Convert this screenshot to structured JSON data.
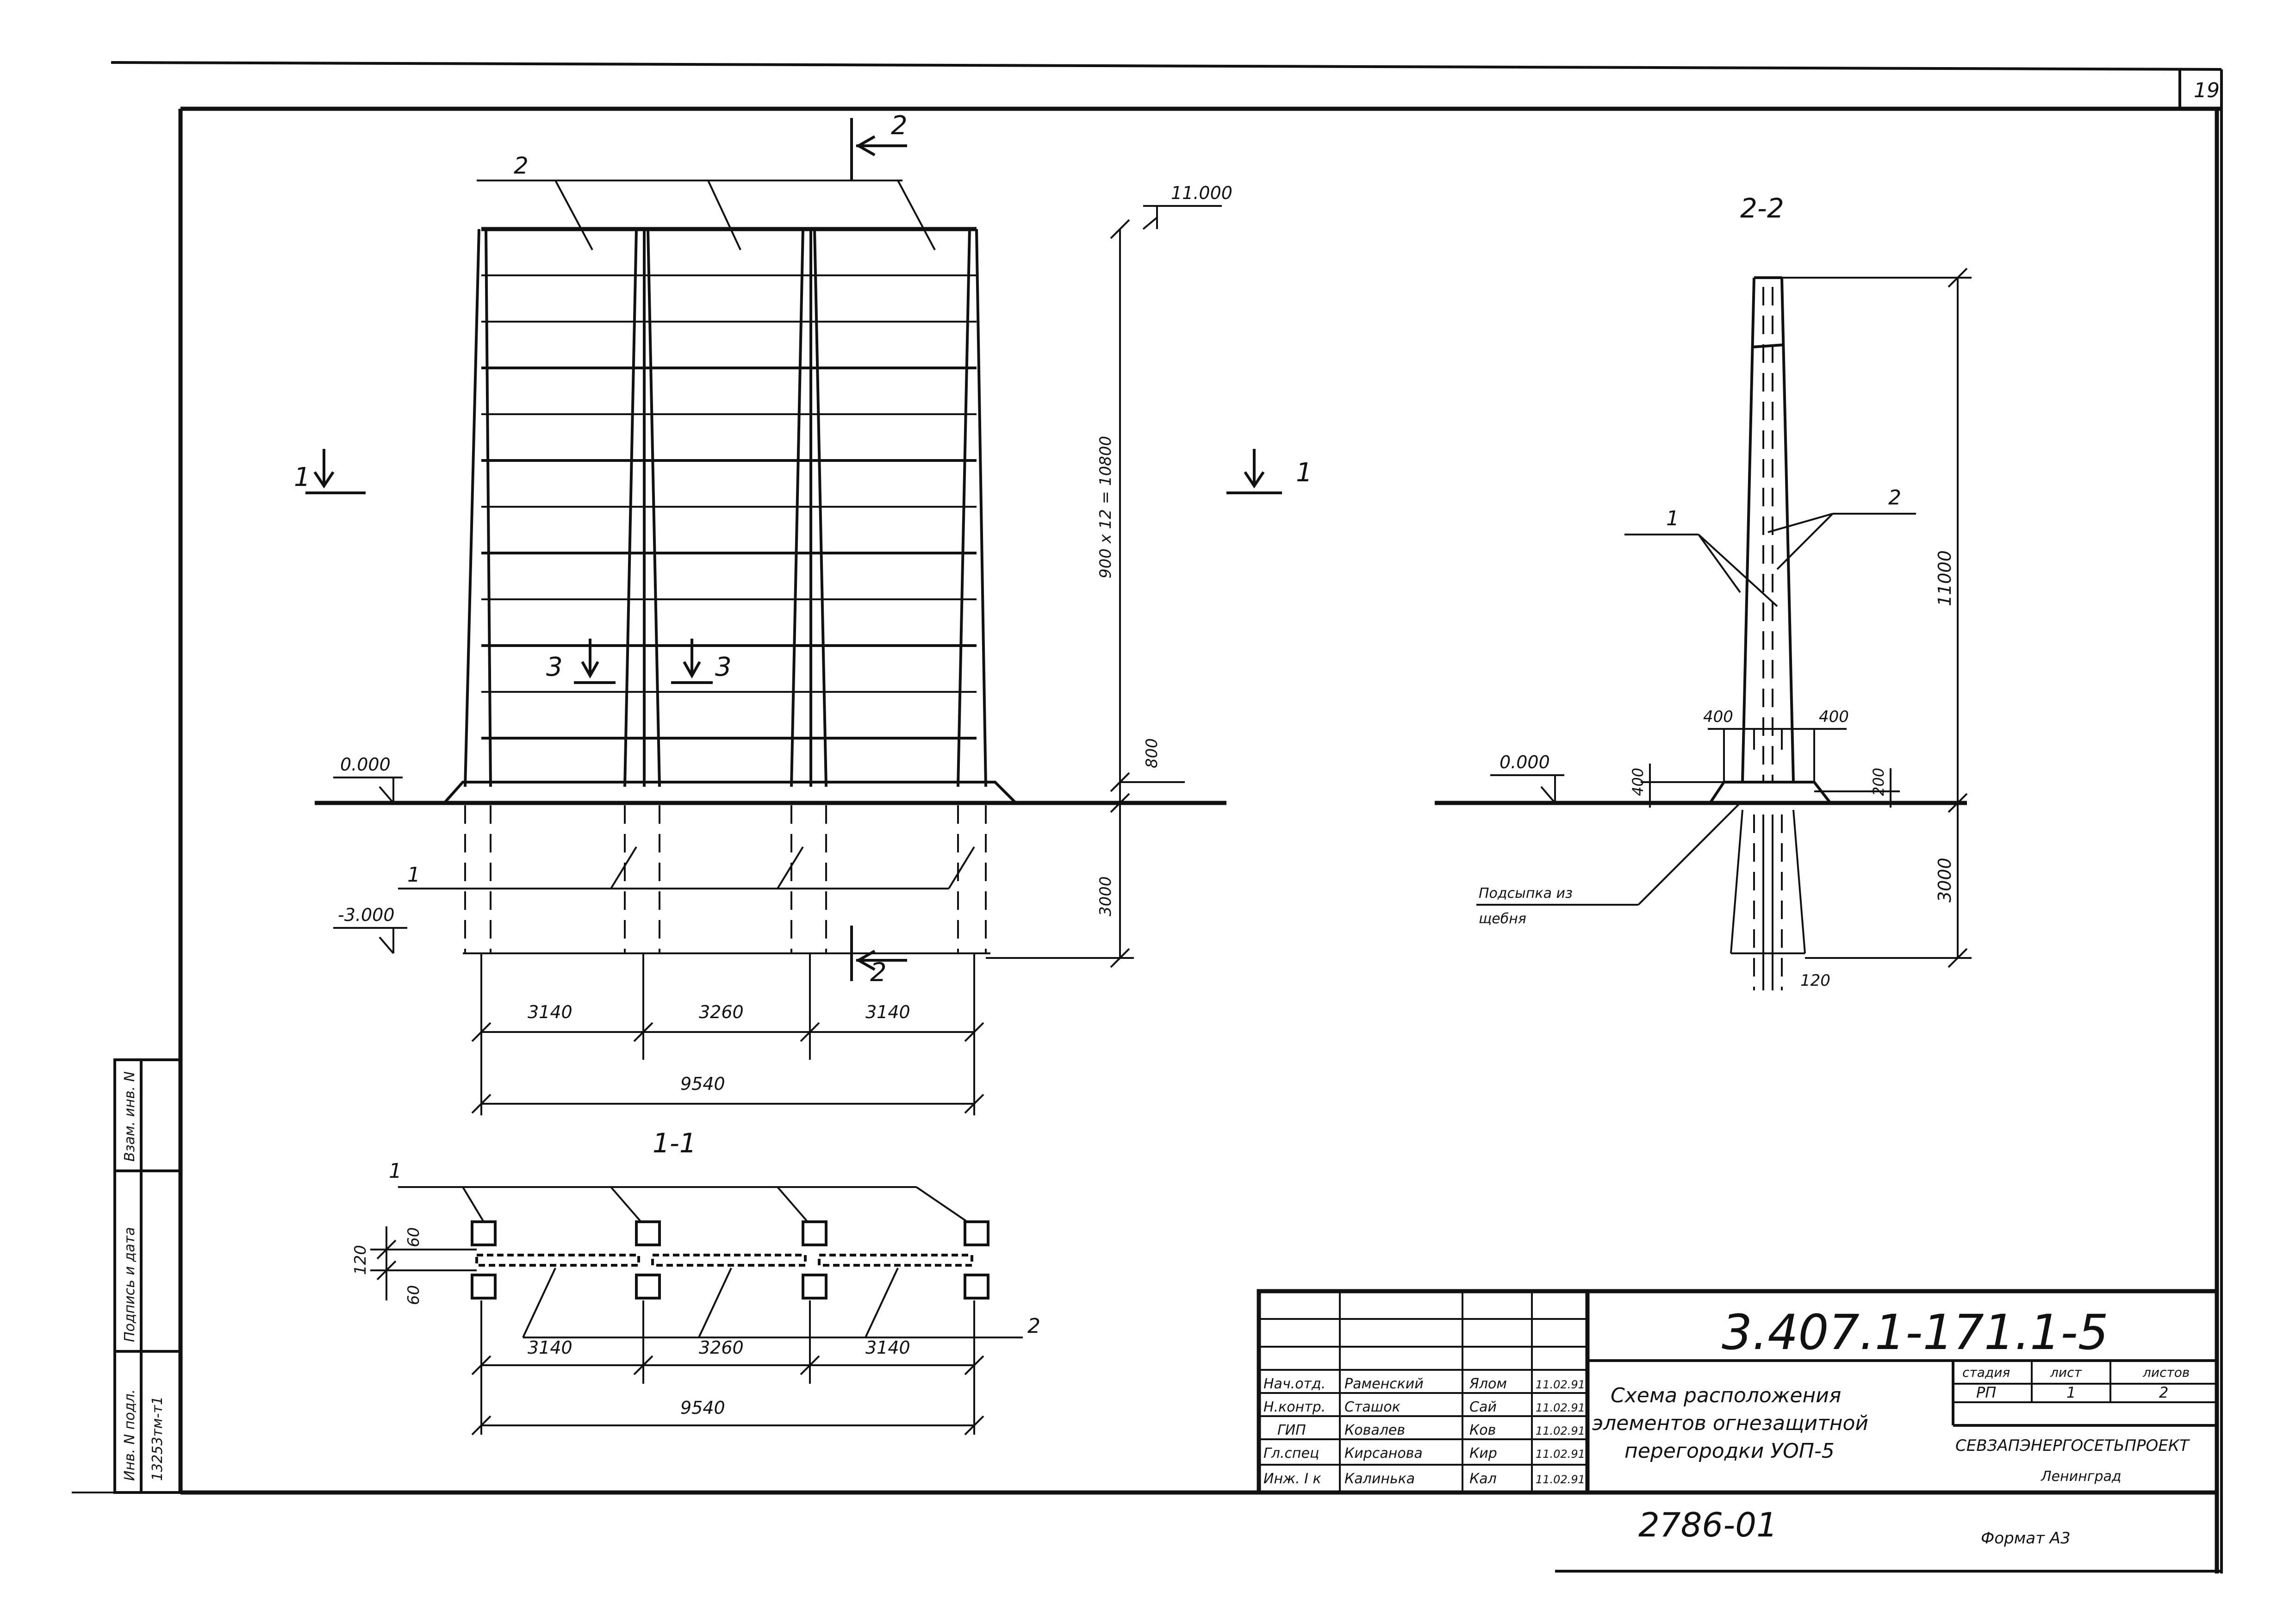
{
  "sheet_number": "19",
  "sheet_format": "Формат А3",
  "archive_number": "2786-01",
  "section_markers": {
    "s1": "1",
    "s2": "2",
    "s3": "3"
  },
  "section_titles": {
    "section_1_1": "1-1",
    "section_2_2": "2-2"
  },
  "position_marks": {
    "p1": "1",
    "p2": "2"
  },
  "elevation": {
    "top_level": "11.000",
    "ground_level": "0.000",
    "bottom_level": "-3.000",
    "height_dim": "900 x 12 = 10800",
    "base_dim": "800",
    "underground_dim": "3000",
    "spans": [
      "3140",
      "3260",
      "3140"
    ],
    "total_span": "9540"
  },
  "section_2_2": {
    "ground_level": "0.000",
    "height_dim": "11000",
    "underground_dim": "3000",
    "left_offset": "400",
    "right_offset": "400",
    "pad_height_left": "400",
    "pad_height_right": "200",
    "thickness": "120",
    "gravel_label_line1": "Подсыпка из",
    "gravel_label_line2": "щебня"
  },
  "section_1_1": {
    "dim_60_top": "60",
    "dim_120": "120",
    "dim_60_bottom": "60",
    "spans": [
      "3140",
      "3260",
      "3140"
    ],
    "total_span": "9540"
  },
  "left_stamp": {
    "col1": "Взам. инв. N",
    "col2": "Подпись и дата",
    "col3": "Инв. N подл.",
    "inventory_value": "13253тм-т1"
  },
  "title_block": {
    "code": "3.407.1-171.1-5",
    "rows": [
      {
        "role": "Нач.отд.",
        "name": "Раменский",
        "sig": "Ялом",
        "date": "11.02.91"
      },
      {
        "role": "Н.контр.",
        "name": "Сташок",
        "sig": "Сай",
        "date": "11.02.91"
      },
      {
        "role": "ГИП",
        "name": "Ковалев",
        "sig": "Ков",
        "date": "11.02.91"
      },
      {
        "role": "Гл.спец",
        "name": "Кирсанова",
        "sig": "Кир",
        "date": "11.02.91"
      },
      {
        "role": "Инж. I к",
        "name": "Калинька",
        "sig": "Кал",
        "date": "11.02.91"
      }
    ],
    "description_line1": "Схема расположения",
    "description_line2": "элементов огнезащитной",
    "description_line3": "перегородки  УОП-5",
    "stage_label": "стадия",
    "sheet_label": "лист",
    "sheets_label": "листов",
    "stage_value": "РП",
    "sheet_value": "1",
    "sheets_value": "2",
    "organization": "СЕВЗАПЭНЕРГОСЕТЬПРОЕКТ",
    "city": "Ленинград"
  }
}
